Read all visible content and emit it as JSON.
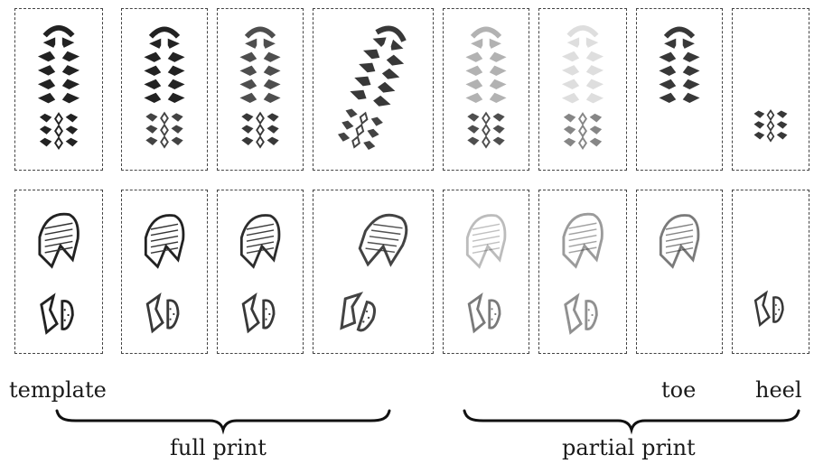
{
  "labels": {
    "template": "template",
    "toe": "toe",
    "heel": "heel",
    "full_print": "full print",
    "partial_print": "partial print"
  },
  "rows": [
    {
      "style": "boot",
      "panels": [
        {
          "name": "template",
          "toe": 1.0,
          "heel": 1.0,
          "tilt": 0
        },
        {
          "name": "full-print-1",
          "toe": 1.0,
          "heel": 0.85,
          "tilt": 0
        },
        {
          "name": "full-print-2",
          "toe": 0.8,
          "heel": 0.9,
          "tilt": 0
        },
        {
          "name": "full-print-3",
          "toe": 0.9,
          "heel": 0.85,
          "tilt": 18
        },
        {
          "name": "partial-print-1",
          "toe": 0.35,
          "heel": 0.8,
          "tilt": 0
        },
        {
          "name": "partial-print-2",
          "toe": 0.15,
          "heel": 0.55,
          "tilt": 0
        },
        {
          "name": "partial-print-toe",
          "toe": 0.9,
          "heel": 0.0,
          "tilt": 0
        },
        {
          "name": "partial-print-heel",
          "toe": 0.0,
          "heel": 0.9,
          "tilt": 0
        }
      ]
    },
    {
      "style": "sneaker",
      "panels": [
        {
          "name": "template",
          "toe": 1.0,
          "heel": 1.0,
          "tilt": 0
        },
        {
          "name": "full-print-1",
          "toe": 1.0,
          "heel": 0.9,
          "tilt": 0
        },
        {
          "name": "full-print-2",
          "toe": 0.95,
          "heel": 0.9,
          "tilt": 0
        },
        {
          "name": "full-print-3",
          "toe": 0.85,
          "heel": 0.85,
          "tilt": 18
        },
        {
          "name": "partial-print-1",
          "toe": 0.3,
          "heel": 0.6,
          "tilt": 0
        },
        {
          "name": "partial-print-2",
          "toe": 0.45,
          "heel": 0.5,
          "tilt": 0
        },
        {
          "name": "partial-print-toe",
          "toe": 0.6,
          "heel": 0.0,
          "tilt": 0
        },
        {
          "name": "partial-print-heel",
          "toe": 0.0,
          "heel": 0.9,
          "tilt": 0
        }
      ]
    }
  ]
}
